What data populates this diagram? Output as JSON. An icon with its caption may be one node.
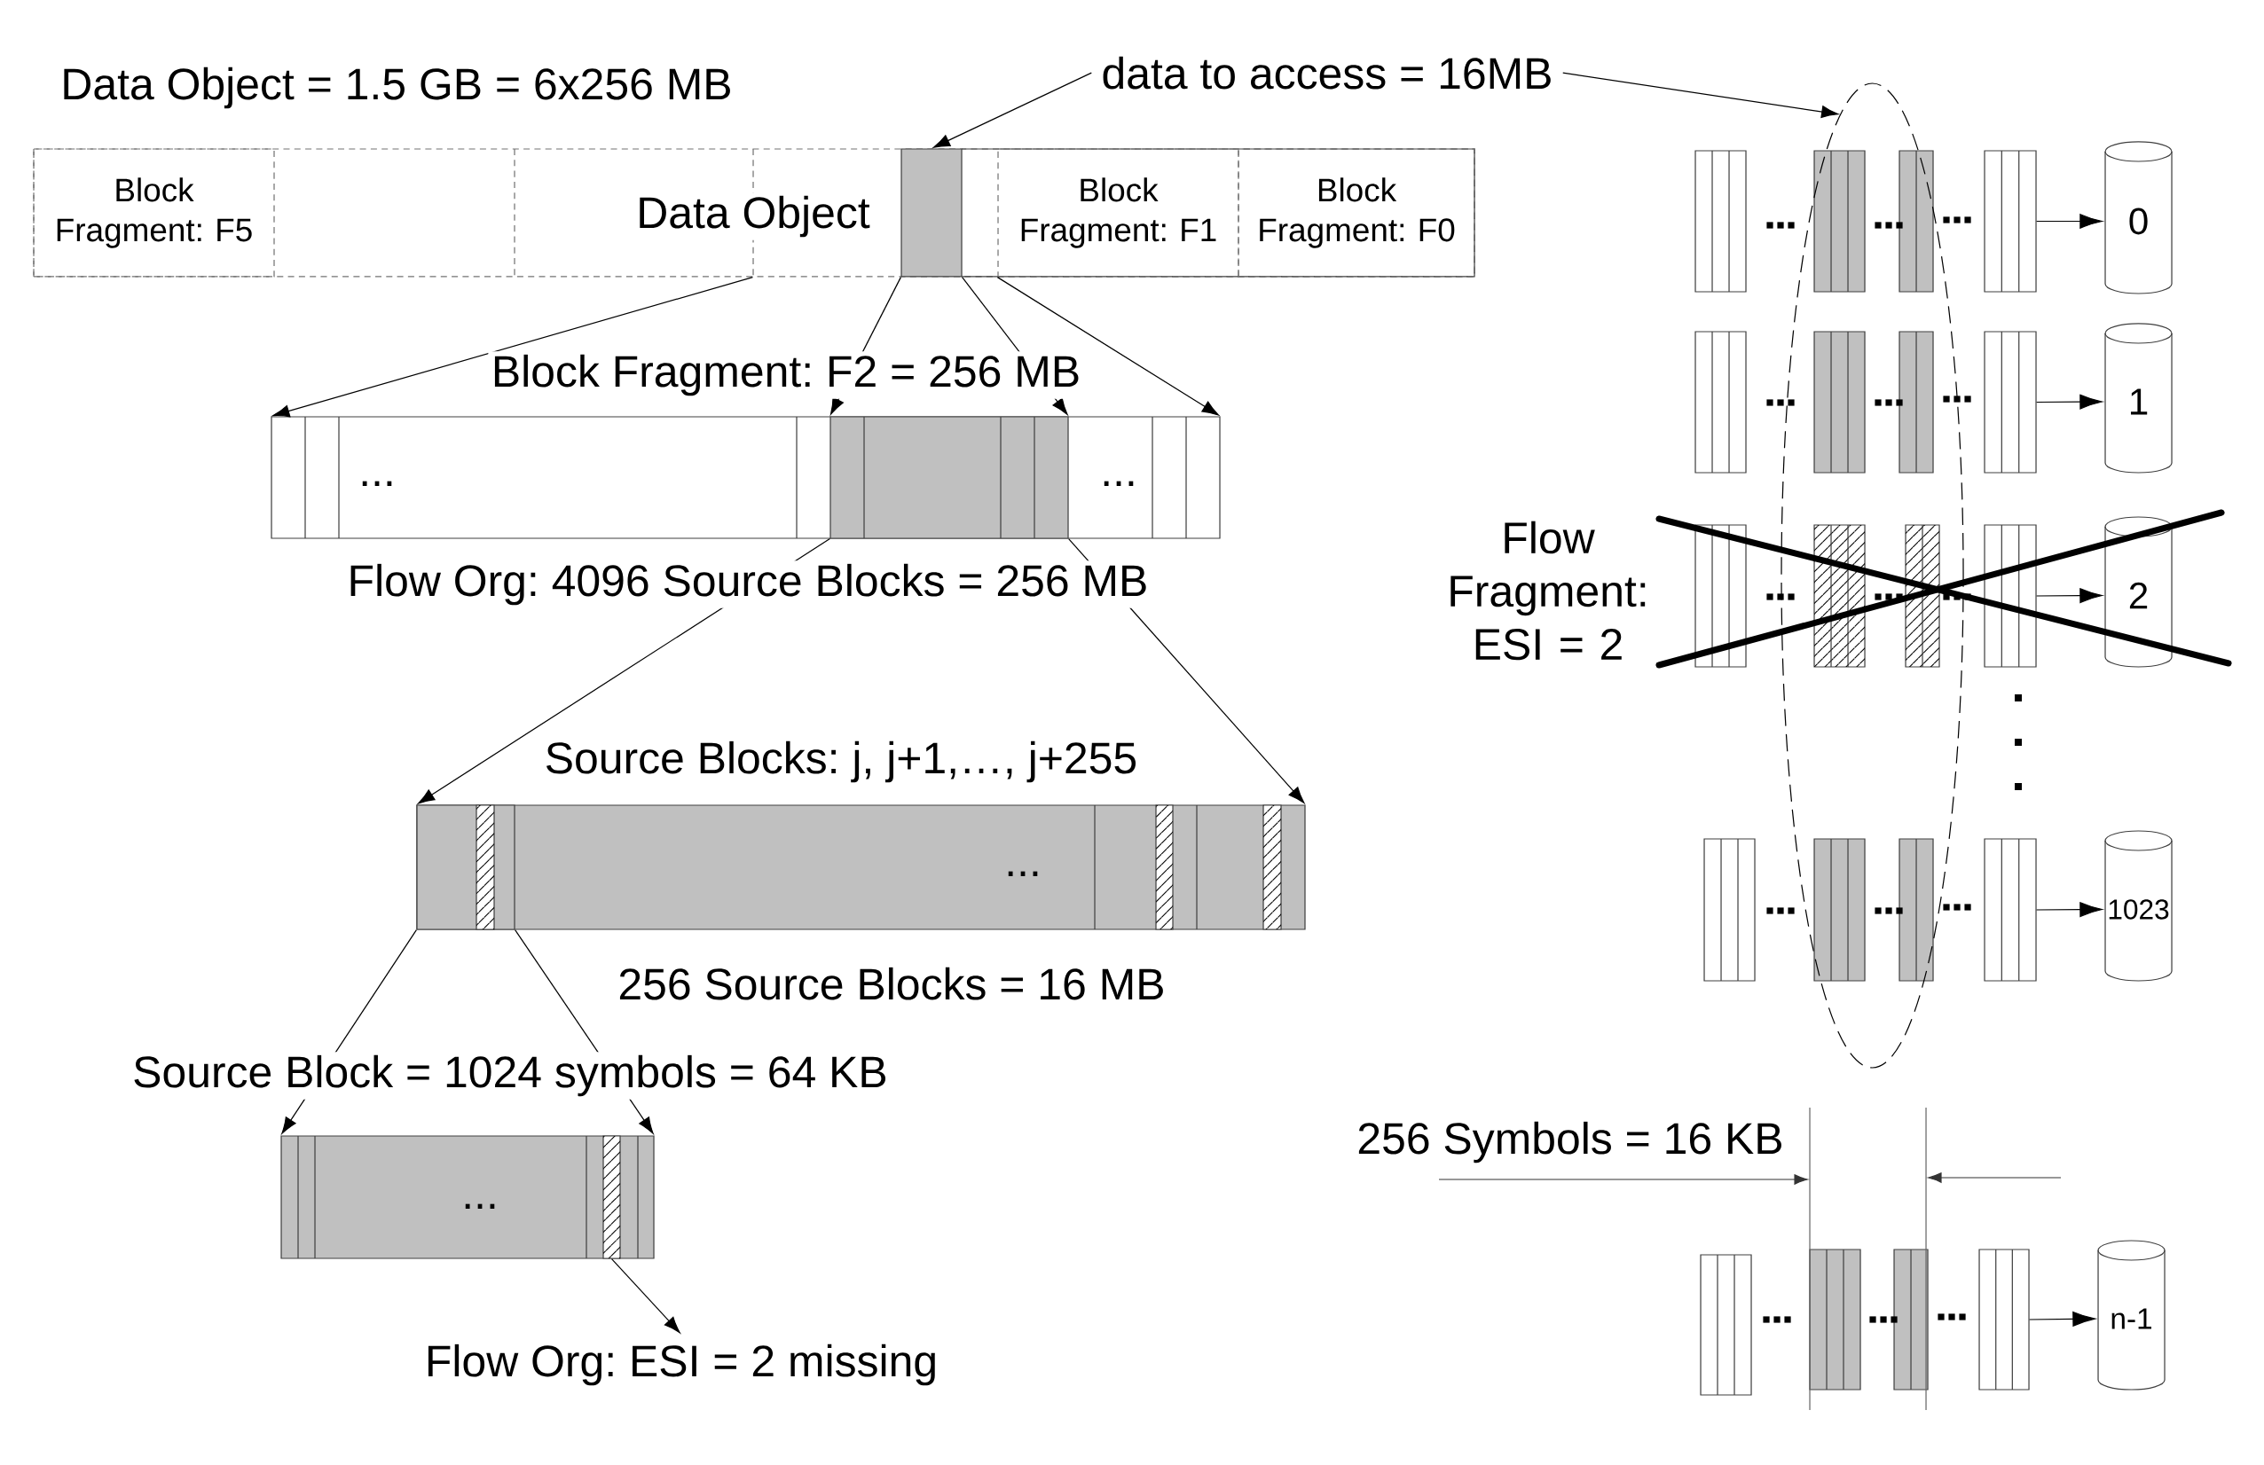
{
  "diagram": {
    "nodes": [
      {
        "text": [
          "Data Object = 1.5 GB = 6x256 MB",
          "Data Object"
        ]
      },
      {
        "text": [
          "Block Fragment: F5"
        ],
        "in": 0
      },
      {
        "text": [],
        "shape": "bar",
        "in": 0
      },
      {
        "text": [
          "Block Fragment: F1"
        ],
        "in": 0
      },
      {
        "text": [
          "Block Fragment: F0"
        ],
        "in": 0
      },
      {
        "text": [
          "data to access = 16MB"
        ]
      },
      {
        "text": [
          "Block Fragment: F2 = 256 MB",
          "...",
          "..."
        ],
        "beside": [
          "Flow Org: 4096 Source Blocks = 256 MB"
        ]
      },
      {
        "text": [],
        "shape": "bar",
        "in": 6
      },
      {
        "text": [
          "Source Blocks: j, j+1,…, j+255",
          "..."
        ],
        "beside": [
          "256 Source Blocks = 16 MB"
        ]
      },
      {
        "text": [],
        "shape": "bar",
        "in": 8
      },
      {
        "text": [
          "Source Block = 1024 symbols = 64 KB",
          "..."
        ]
      },
      {
        "text": [],
        "shape": "bar",
        "in": 10
      },
      {
        "text": [
          "Flow Org: ESI = 2 missing"
        ]
      },
      {
        "text": [],
        "shape": "ellipse"
      },
      {
        "text": [],
        "shape": "box"
      },
      {
        "text": [
          "0"
        ]
      },
      {
        "text": [],
        "shape": "box"
      },
      {
        "text": [
          "1"
        ]
      },
      {
        "text": [],
        "shape": "box"
      },
      {
        "text": [
          "2"
        ]
      },
      {
        "text": [],
        "shape": "box"
      },
      {
        "text": [
          "1023"
        ]
      },
      {
        "text": [],
        "shape": "box"
      },
      {
        "text": [
          "n-1"
        ]
      }
    ],
    "edges": [
      {
        "from": 5,
        "to": 2,
        "arrow": "to"
      },
      {
        "from": 5,
        "to": 13,
        "arrow": "to"
      },
      {
        "from": 0,
        "to": 6,
        "arrow": "to"
      },
      {
        "from": 0,
        "to": 6,
        "arrow": "to"
      },
      {
        "from": 2,
        "to": 7,
        "arrow": "to"
      },
      {
        "from": 2,
        "to": 7,
        "arrow": "to"
      },
      {
        "from": 7,
        "to": 8,
        "arrow": "to"
      },
      {
        "from": 7,
        "to": 8,
        "arrow": "to"
      },
      {
        "from": 9,
        "to": 10,
        "arrow": "to"
      },
      {
        "from": 9,
        "to": 10,
        "arrow": "to"
      },
      {
        "from": 11,
        "to": 12,
        "arrow": "to"
      },
      {
        "from": 14,
        "to": 15,
        "arrow": "to"
      },
      {
        "from": 16,
        "to": 17,
        "arrow": "to"
      },
      {
        "from": 18,
        "to": 19,
        "arrow": "to"
      },
      {
        "from": 20,
        "to": 21,
        "arrow": "to"
      },
      {
        "from": 22,
        "to": 23,
        "arrow": "to"
      }
    ],
    "labels": [
      "Flow Fragment: ESI = 2",
      "256 Symbols = 16 KB"
    ]
  }
}
